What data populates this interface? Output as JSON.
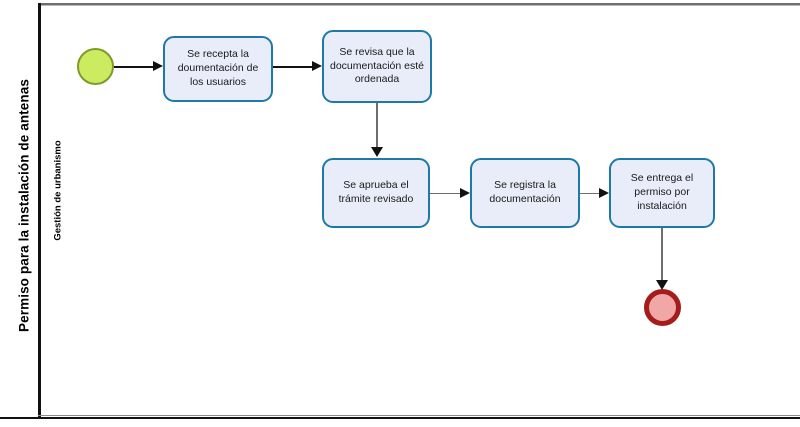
{
  "pool": {
    "title": "Permiso para la instalación de antenas"
  },
  "lane": {
    "title": "Gestión de urbanismo"
  },
  "events": {
    "start": {
      "name": "start-event",
      "fill": "#cdeb60",
      "stroke": "#7f9a28"
    },
    "end": {
      "name": "end-event",
      "fill": "#f2a7a7",
      "stroke": "#a41c1c"
    }
  },
  "tasks": [
    {
      "id": "task-1",
      "label": "Se recepta la doumentación de los usuarios"
    },
    {
      "id": "task-2",
      "label": "Se revisa que la documentación esté ordenada"
    },
    {
      "id": "task-3",
      "label": "Se aprueba el trámite revisado"
    },
    {
      "id": "task-4",
      "label": "Se registra la documentación"
    },
    {
      "id": "task-5",
      "label": "Se entrega el permiso por instalación"
    }
  ],
  "theme": {
    "task_fill": "#e9edf9",
    "task_stroke": "#1f79a7",
    "flow_color": "#111111",
    "flow_color_secondary": "#6d6d6d",
    "frame_color": "#111111"
  },
  "flows": [
    {
      "id": "flow-start-to-task1",
      "from": "start-event",
      "to": "task-1"
    },
    {
      "id": "flow-task1-to-task2",
      "from": "task-1",
      "to": "task-2"
    },
    {
      "id": "flow-task2-to-task3",
      "from": "task-2",
      "to": "task-3"
    },
    {
      "id": "flow-task3-to-task4",
      "from": "task-3",
      "to": "task-4"
    },
    {
      "id": "flow-task4-to-task5",
      "from": "task-4",
      "to": "task-5"
    },
    {
      "id": "flow-task5-to-end",
      "from": "task-5",
      "to": "end-event"
    }
  ]
}
